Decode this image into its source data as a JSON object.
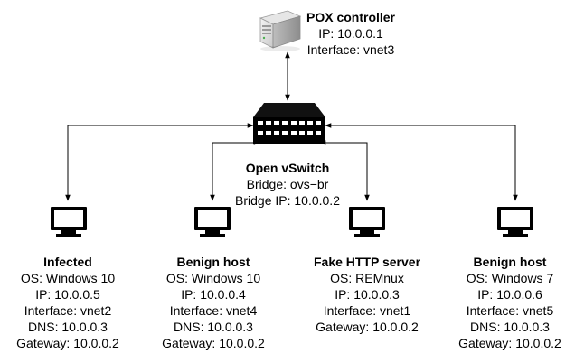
{
  "controller": {
    "name": "POX controller",
    "ip": "IP: 10.0.0.1",
    "interface": "Interface: vnet3",
    "icon": "server-icon"
  },
  "switch": {
    "name": "Open vSwitch",
    "bridge": "Bridge: ovs−br",
    "bridge_ip": "Bridge IP: 10.0.0.2",
    "icon": "network-switch-icon"
  },
  "hosts": [
    {
      "name": "Infected",
      "os": "OS: Windows 10",
      "ip": "IP: 10.0.0.5",
      "interface": "Interface: vnet2",
      "dns": "DNS: 10.0.0.3",
      "gateway": "Gateway: 10.0.0.2",
      "icon": "computer-monitor-icon"
    },
    {
      "name": "Benign host",
      "os": "OS: Windows 10",
      "ip": "IP: 10.0.0.4",
      "interface": "Interface: vnet4",
      "dns": "DNS: 10.0.0.3",
      "gateway": "Gateway: 10.0.0.2",
      "icon": "computer-monitor-icon"
    },
    {
      "name": "Fake HTTP server",
      "os": "OS: REMnux",
      "ip": "IP: 10.0.0.3",
      "interface": "Interface: vnet1",
      "gateway": "Gateway: 10.0.0.2",
      "icon": "computer-monitor-icon"
    },
    {
      "name": "Benign host",
      "os": "OS: Windows 7",
      "ip": "IP: 10.0.0.6",
      "interface": "Interface: vnet5",
      "dns": "DNS: 10.0.0.3",
      "gateway": "Gateway: 10.0.0.2",
      "icon": "computer-monitor-icon"
    }
  ]
}
